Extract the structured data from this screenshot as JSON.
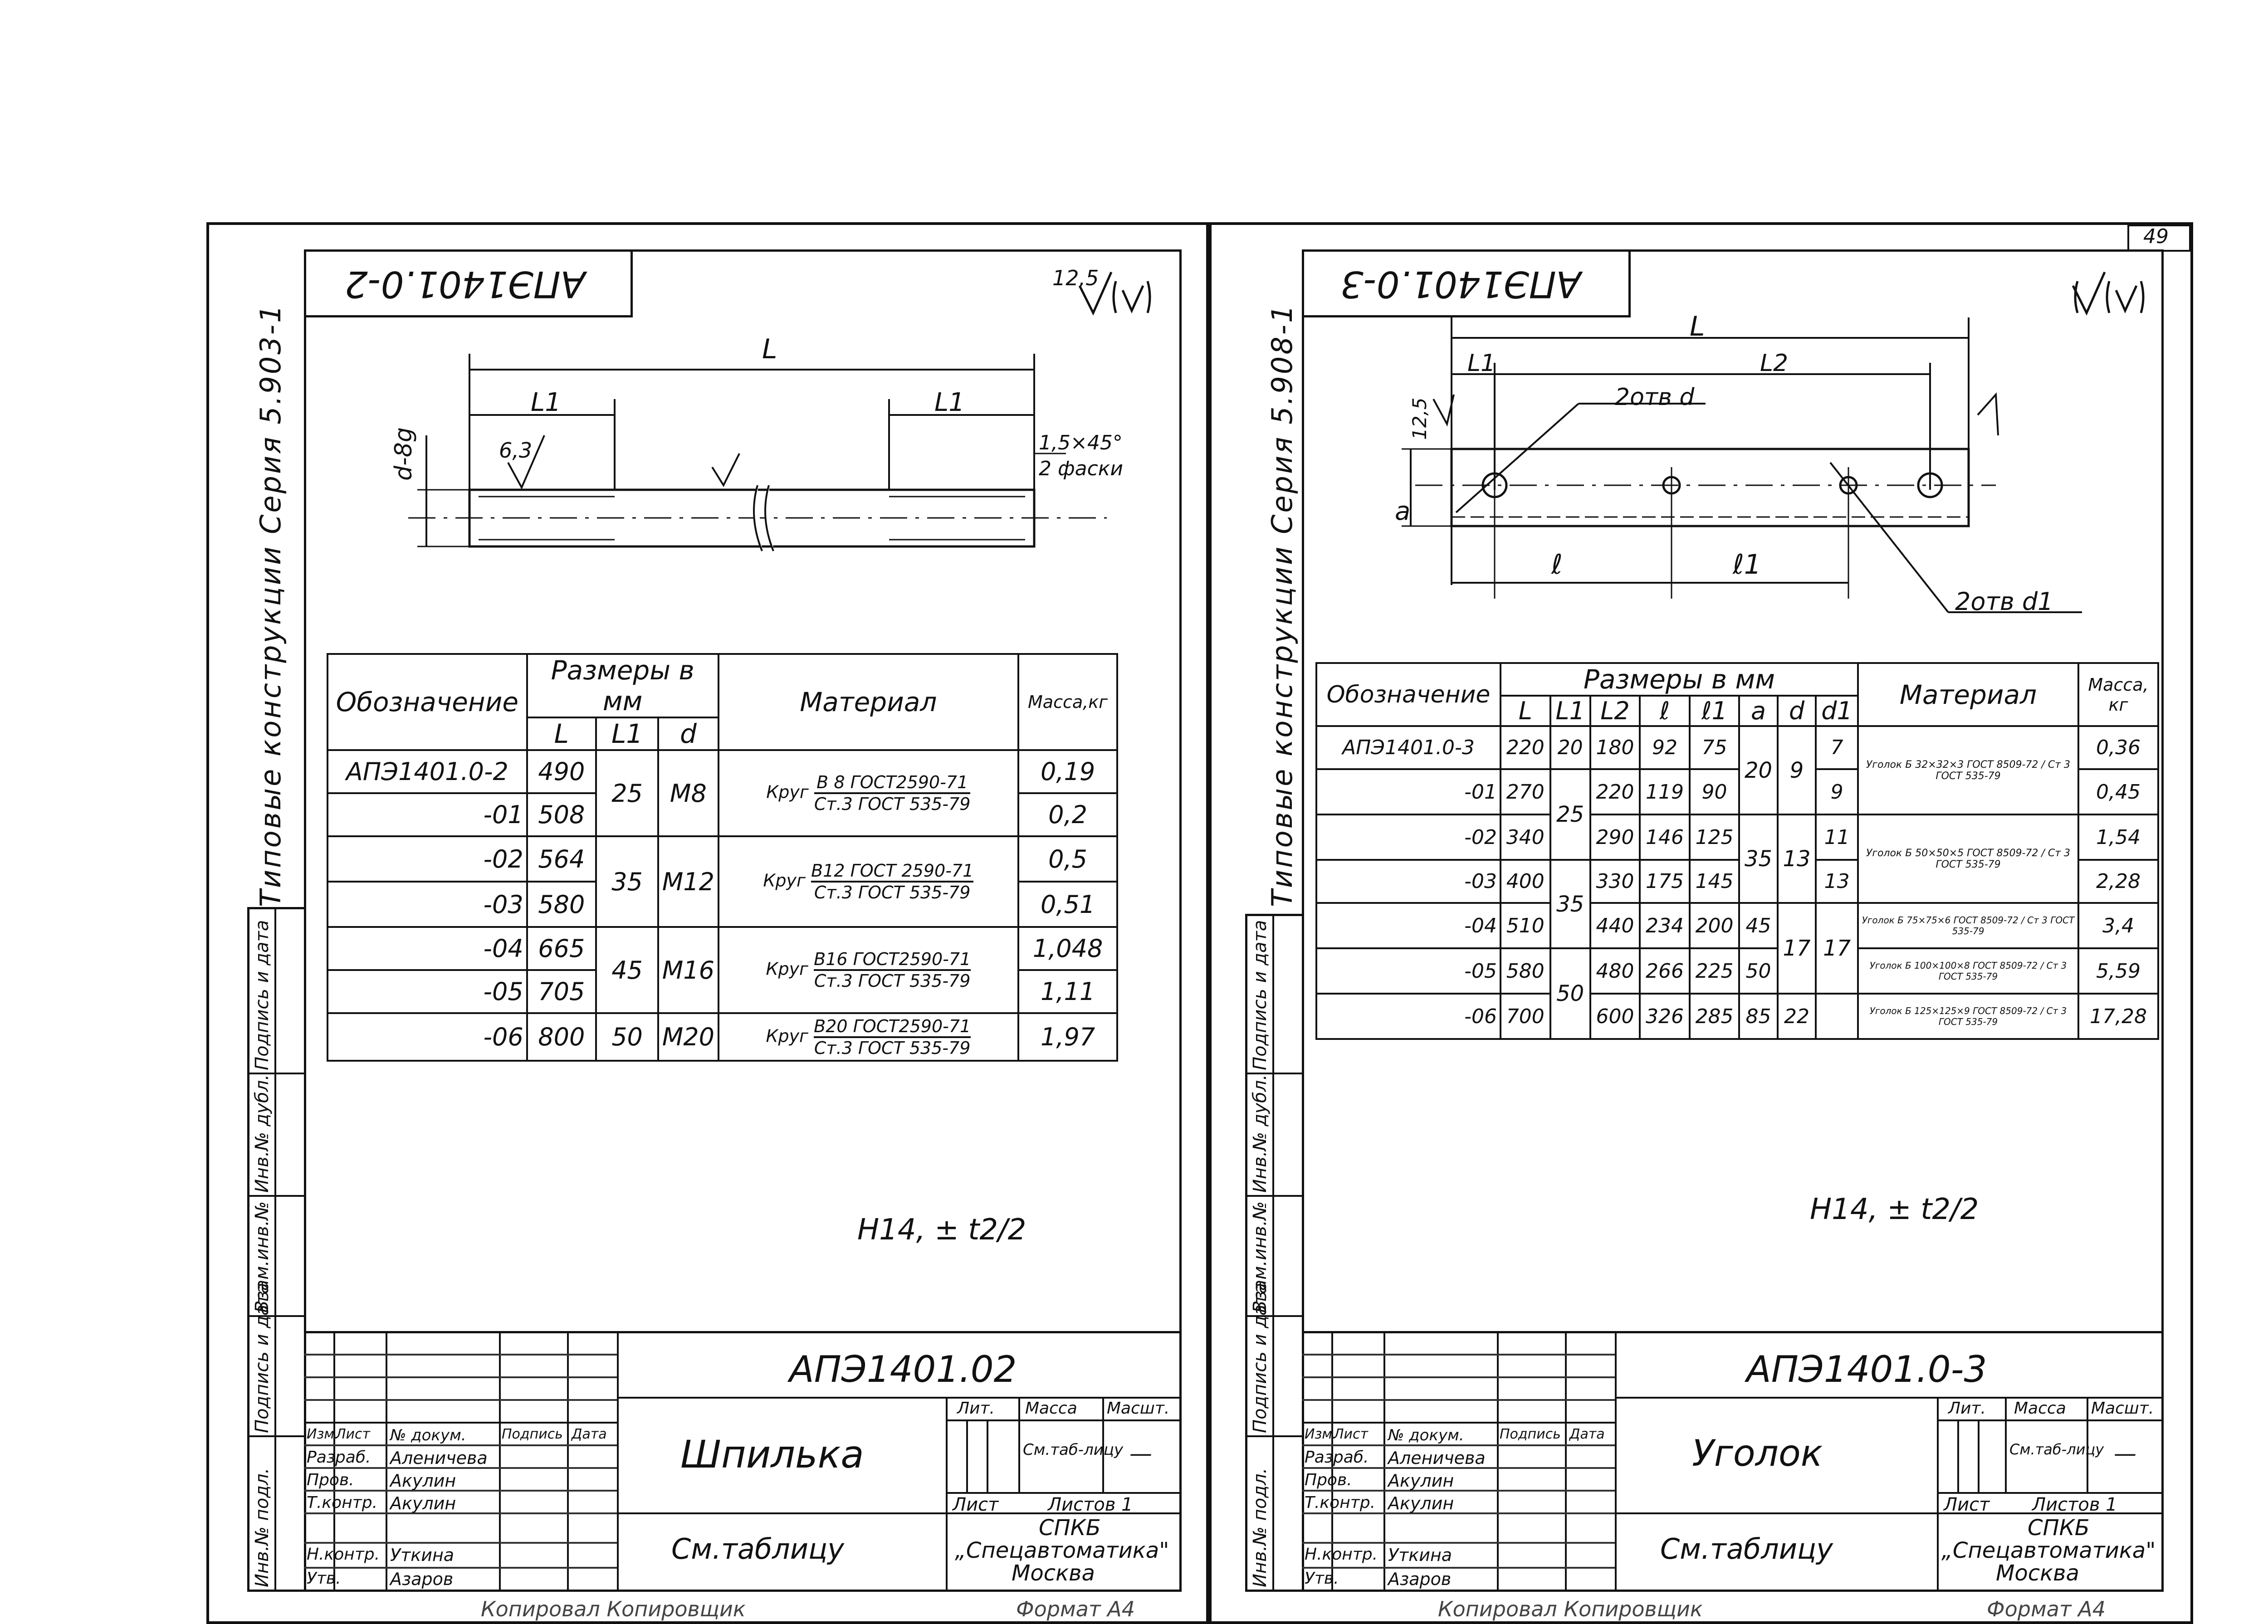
{
  "page_number": "49",
  "left_sheet": {
    "series_label": "Типовые конструкции    Серия    5.903-1",
    "mirrored_code": "АПЭ1401.0-2",
    "roughness_mark": "12,5",
    "drawing": {
      "dim_L": "L",
      "dim_L1_left": "L1",
      "dim_L1_right": "L1",
      "dim_d": "d-8g",
      "roughness_small": "6,3",
      "chamfer": "1,5×45°",
      "chamfer_note": "2 фаски"
    },
    "table": {
      "h_designation": "Обозначение",
      "h_sizes": "Размеры в мм",
      "h_L": "L",
      "h_L1": "L1",
      "h_d": "d",
      "h_material": "Материал",
      "h_mass": "Масса,кг",
      "rows": [
        {
          "des": "АПЭ1401.0-2",
          "L": "490",
          "L1": "25",
          "d": "М8",
          "mat_prefix": "Круг",
          "mat_top": "В 8 ГОСТ2590-71",
          "mat_bot": "Ст.3 ГОСТ 535-79",
          "mass": "0,19"
        },
        {
          "des": "-01",
          "L": "508",
          "mass": "0,2"
        },
        {
          "des": "-02",
          "L": "564",
          "L1": "35",
          "d": "М12",
          "mat_prefix": "Круг",
          "mat_top": "В12 ГОСТ 2590-71",
          "mat_bot": "Ст.3 ГОСТ 535-79",
          "mass": "0,5"
        },
        {
          "des": "-03",
          "L": "580",
          "mass": "0,51"
        },
        {
          "des": "-04",
          "L": "665",
          "L1": "45",
          "d": "М16",
          "mat_prefix": "Круг",
          "mat_top": "В16 ГОСТ2590-71",
          "mat_bot": "Ст.3 ГОСТ 535-79",
          "mass": "1,048"
        },
        {
          "des": "-05",
          "L": "705",
          "mass": "1,11"
        },
        {
          "des": "-06",
          "L": "800",
          "L1": "50",
          "d": "М20",
          "mat_prefix": "Круг",
          "mat_top": "В20 ГОСТ2590-71",
          "mat_bot": "Ст.3 ГОСТ 535-79",
          "mass": "1,97"
        }
      ]
    },
    "tolerance": "Н14, ± t2/2",
    "side_stamp": [
      "Инв.№ подл.",
      "Подпись и дата",
      "Взам.инв.№",
      "Инв.№ дубл.",
      "Подпись и дата"
    ],
    "title_block": {
      "code": "АПЭ1401.02",
      "name": "Шпилька",
      "cols": [
        "Изм.",
        "Лист",
        "№ докум.",
        "Подпись",
        "Дата"
      ],
      "roles": [
        {
          "role": "Разраб.",
          "person": "Аленичева"
        },
        {
          "role": "Пров.",
          "person": "Акулин"
        },
        {
          "role": "Т.контр.",
          "person": "Акулин"
        },
        {
          "role": "Н.контр.",
          "person": "Уткина"
        },
        {
          "role": "Утв.",
          "person": "Азаров"
        }
      ],
      "lit": "Лит.",
      "mass": "Масса",
      "scale": "Масшт.",
      "mass_value": "См.таб-лицу",
      "scale_value": "—",
      "sheet": "Лист",
      "sheets": "Листов 1",
      "material": "См.таблицу",
      "org_line1": "СПКБ",
      "org_line2": "„Спецавтоматика\"",
      "org_line3": "Москва"
    },
    "bottom_note": "Копировал    Копировщик",
    "format_note": "Формат А4"
  },
  "right_sheet": {
    "series_label": "Типовые конструкции    Серия    5.908-1",
    "mirrored_code": "АПЭ1401.0-3",
    "drawing": {
      "dim_L": "L",
      "dim_L1": "L1",
      "dim_L2": "L2",
      "holes_d": "2отв d",
      "holes_d1": "2отв d1",
      "dim_l": "ℓ",
      "dim_l1": "ℓ1",
      "dim_a": "a",
      "roughness": "12,5"
    },
    "table": {
      "h_designation": "Обозначение",
      "h_sizes": "Размеры в мм",
      "cols": [
        "L",
        "L1",
        "L2",
        "ℓ",
        "ℓ1",
        "a",
        "d",
        "d1"
      ],
      "h_material": "Материал",
      "h_mass": "Масса, кг",
      "rows": [
        {
          "des": "АПЭ1401.0-3",
          "L": "220",
          "L1": "20",
          "L2": "180",
          "l": "92",
          "l1": "75",
          "a": "20",
          "d": "9",
          "d1": "7",
          "mat": "Уголок  Б 32×32×3 ГОСТ 8509-72 / Ст 3 ГОСТ 535-79",
          "mass": "0,36"
        },
        {
          "des": "-01",
          "L": "270",
          "L1": "25",
          "L2": "220",
          "l": "119",
          "l1": "90",
          "d1": "9",
          "mass": "0,45"
        },
        {
          "des": "-02",
          "L": "340",
          "L2": "290",
          "l": "146",
          "l1": "125",
          "a": "35",
          "d": "13",
          "d1": "11",
          "mat": "Уголок  Б 50×50×5 ГОСТ 8509-72 / Ст 3 ГОСТ 535-79",
          "mass": "1,54"
        },
        {
          "des": "-03",
          "L": "400",
          "L1": "35",
          "L2": "330",
          "l": "175",
          "l1": "145",
          "d1": "13",
          "mass": "2,28"
        },
        {
          "des": "-04",
          "L": "510",
          "L2": "440",
          "l": "234",
          "l1": "200",
          "a": "45",
          "d": "17",
          "d1": "17",
          "mat": "Уголок  Б 75×75×6 ГОСТ 8509-72 / Ст 3 ГОСТ 535-79",
          "mass": "3,4"
        },
        {
          "des": "-05",
          "L": "580",
          "L1": "50",
          "L2": "480",
          "l": "266",
          "l1": "225",
          "a": "50",
          "mat": "Уголок  Б 100×100×8 ГОСТ 8509-72 / Ст 3 ГОСТ 535-79",
          "mass": "5,59"
        },
        {
          "des": "-06",
          "L": "700",
          "L2": "600",
          "l": "326",
          "l1": "285",
          "a": "85",
          "d": "22",
          "mat": "Уголок  Б 125×125×9 ГОСТ 8509-72 / Ст 3 ГОСТ 535-79",
          "mass": "17,28"
        }
      ]
    },
    "tolerance": "Н14, ± t2/2",
    "title_block": {
      "code": "АПЭ1401.0-3",
      "name": "Уголок",
      "cols": [
        "Изм.",
        "Лист",
        "№ докум.",
        "Подпись",
        "Дата"
      ],
      "roles": [
        {
          "role": "Разраб.",
          "person": "Аленичева"
        },
        {
          "role": "Пров.",
          "person": "Акулин"
        },
        {
          "role": "Т.контр.",
          "person": "Акулин"
        },
        {
          "role": "Н.контр.",
          "person": "Уткина"
        },
        {
          "role": "Утв.",
          "person": "Азаров"
        }
      ],
      "lit": "Лит.",
      "mass": "Масса",
      "scale": "Масшт.",
      "mass_value": "См.таб-лицу",
      "scale_value": "—",
      "sheet": "Лист",
      "sheets": "Листов 1",
      "material": "См.таблицу",
      "org_line1": "СПКБ",
      "org_line2": "„Спецавтоматика\"",
      "org_line3": "Москва"
    },
    "bottom_note": "Копировал    Копировщик",
    "format_note": "Формат А4"
  }
}
